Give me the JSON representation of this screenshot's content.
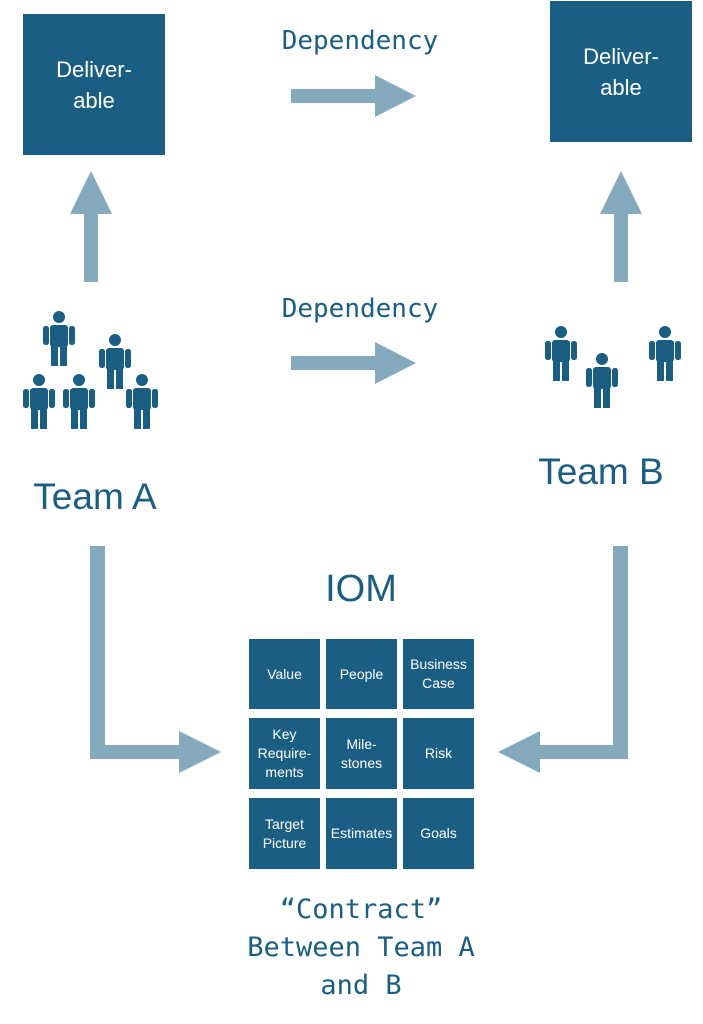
{
  "colors": {
    "box": "#1b5e84",
    "arrow": "#85a9bd",
    "text": "#1b5e84"
  },
  "deliverable_a": {
    "label": "Deliver-\nable"
  },
  "deliverable_b": {
    "label": "Deliver-\nable"
  },
  "dependency_top": {
    "label": "Dependency"
  },
  "dependency_middle": {
    "label": "Dependency"
  },
  "team_a": {
    "label": "Team A",
    "people_count": 5
  },
  "team_b": {
    "label": "Team B",
    "people_count": 3
  },
  "iom": {
    "title": "IOM",
    "cells": [
      "Value",
      "People",
      "Business\nCase",
      "Key\nRequire-\nments",
      "Mile-\nstones",
      "Risk",
      "Target\nPicture",
      "Estimates",
      "Goals"
    ]
  },
  "contract": {
    "text": "“Contract”\nBetween Team A\nand B"
  },
  "icons": [
    "person-icon",
    "arrow-up-icon",
    "arrow-right-icon",
    "elbow-arrow-icon"
  ]
}
